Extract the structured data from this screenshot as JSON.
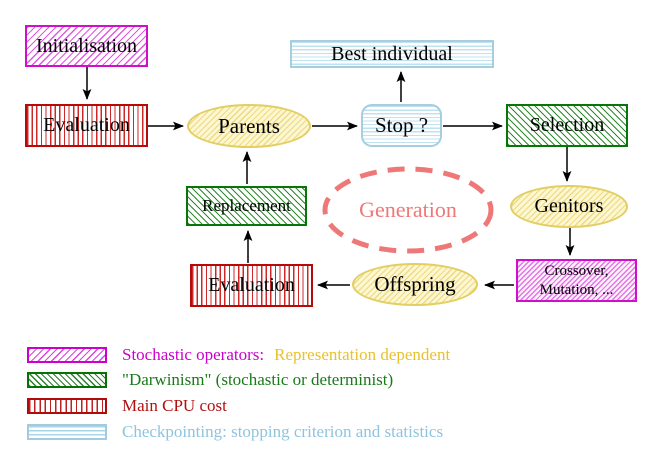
{
  "nodes": {
    "initialisation": "Initialisation",
    "evaluation_top": "Evaluation",
    "parents": "Parents",
    "best_individual": "Best individual",
    "stop": "Stop ?",
    "selection": "Selection",
    "genitors": "Genitors",
    "crossover_line1": "Crossover,",
    "crossover_line2": "Mutation, ...",
    "offspring": "Offspring",
    "evaluation_bottom": "Evaluation",
    "replacement": "Replacement",
    "generation": "Generation"
  },
  "legend": {
    "items": [
      {
        "swatch": "magenta-diagonal-hatch",
        "label": "Stochastic operators:",
        "extra": "Representation dependent",
        "label_color": "#cc00cc",
        "extra_color": "#e8c22e"
      },
      {
        "swatch": "green-diagonal-hatch",
        "label": "\"Darwinism\" (stochastic or determinist)",
        "label_color": "#1a7a1a"
      },
      {
        "swatch": "red-vertical-stripes",
        "label": "Main CPU cost",
        "label_color": "#b01010"
      },
      {
        "swatch": "cyan-horizontal-stripes",
        "label": "Checkpointing: stopping criterion and statistics",
        "label_color": "#8fc4e0"
      }
    ]
  },
  "colors": {
    "magenta": "#cc00cc",
    "green": "#077507",
    "red": "#b40a0a",
    "cyan": "#a6cede",
    "yellow_border": "#e2ce62",
    "yellow_fill": "#fcf7cf",
    "salmon": "#ee7878",
    "arrow": "#000000",
    "background": "#ffffff"
  }
}
